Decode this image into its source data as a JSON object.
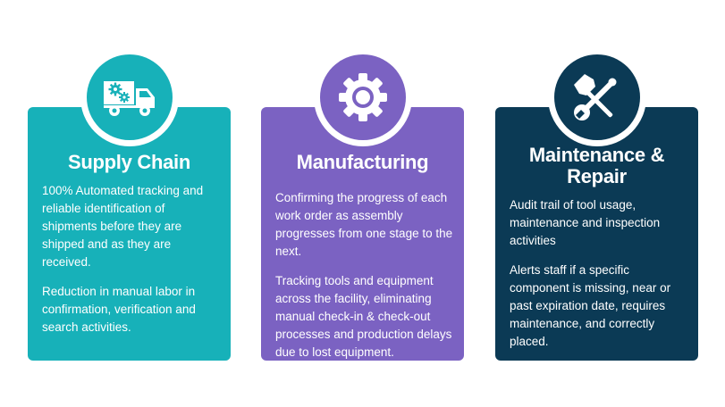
{
  "cards": [
    {
      "title": "Supply Chain",
      "icon": "truck-gears-icon",
      "paragraphs": [
        "100% Automated tracking and reliable identification of shipments before they are shipped and as they are received.",
        "Reduction in manual labor in confirmation, verification and search activities."
      ],
      "color": "#17b1b9"
    },
    {
      "title": "Manufacturing",
      "icon": "gear-icon",
      "paragraphs": [
        "Confirming the progress of each work order as assembly progresses from one stage to the next.",
        "Tracking tools and equipment across the facility, eliminating manual check-in & check-out processes and production delays due to lost equipment."
      ],
      "color": "#7b62c2"
    },
    {
      "title_line1": "Maintenance &",
      "title_line2": "Repair",
      "icon": "hammer-wrench-icon",
      "paragraphs": [
        "Audit trail of tool usage, maintenance and inspection activities",
        "Alerts staff if a specific component is missing, near or past expiration date, requires maintenance, and correctly placed."
      ],
      "color": "#0b3a55"
    }
  ]
}
